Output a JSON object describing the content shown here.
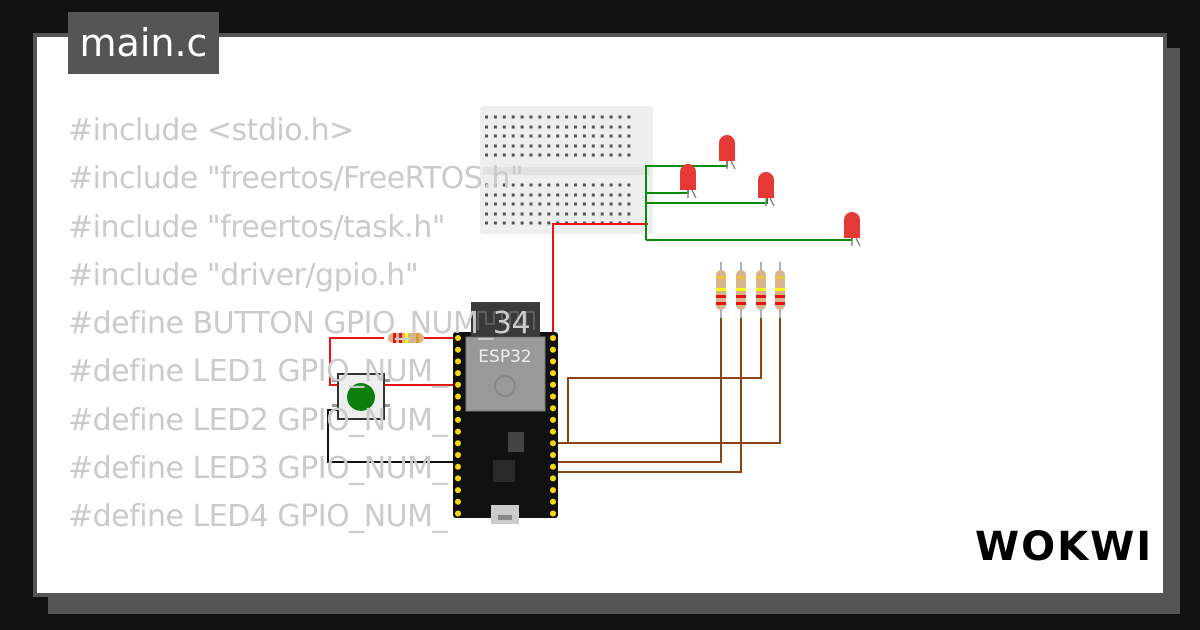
{
  "file_tab": {
    "title": "main.c"
  },
  "code_lines": [
    "#include <stdio.h>",
    "#include \"freertos/FreeRTOS.h\"",
    "#include \"freertos/task.h\"",
    "#include \"driver/gpio.h\"",
    "#define BUTTON GPIO_NUM_34",
    "#define LED1 GPIO_NUM_",
    "#define LED2 GPIO_NUM_",
    "#define LED3 GPIO_NUM_",
    "#define LED4 GPIO_NUM_"
  ],
  "circuit": {
    "board_label": "ESP32",
    "components": [
      "breadboard",
      "esp32-devkit",
      "pushbutton",
      "resistor",
      "led-red",
      "led-red",
      "led-red",
      "led-red",
      "resistor",
      "resistor",
      "resistor",
      "resistor"
    ],
    "colors": {
      "wire_red": "#ee1111",
      "wire_green": "#0a8a0a",
      "wire_black": "#111111",
      "wire_brown": "#8b4513",
      "led": "#e53935",
      "button": "#0a7d0a"
    }
  },
  "brand": {
    "logo": "WOKWI"
  }
}
